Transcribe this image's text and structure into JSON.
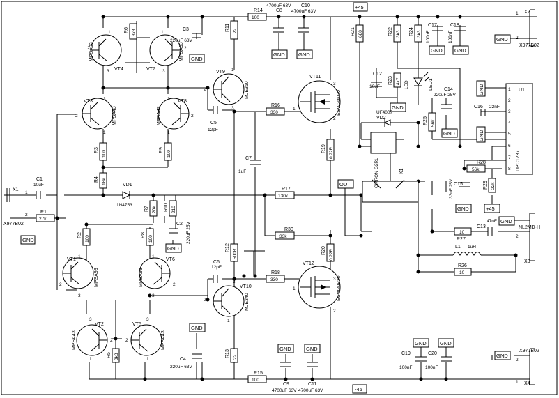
{
  "connectors": {
    "x1": "X1",
    "x1_part": "X977B02",
    "x2": "X2",
    "x2_part": "X977B02",
    "x3": "X3",
    "x3_part": "NL2MD-H",
    "x4": "X4",
    "x4_part": "X977B02",
    "out": "OUT"
  },
  "rails": {
    "pos": "+45",
    "neg": "-45",
    "gnd": "GND"
  },
  "transistors": [
    {
      "ref": "VT1",
      "part": "MPSA93"
    },
    {
      "ref": "VT2",
      "part": "MPSA43"
    },
    {
      "ref": "VT3",
      "part": "MPSA43"
    },
    {
      "ref": "VT4",
      "part": "MPSA93"
    },
    {
      "ref": "VT5",
      "part": "MPSA43"
    },
    {
      "ref": "VT6",
      "part": "MPSA93"
    },
    {
      "ref": "VT7",
      "part": "MPSA93"
    },
    {
      "ref": "VT8",
      "part": "MPSA43"
    },
    {
      "ref": "VT9",
      "part": "MJE350"
    },
    {
      "ref": "VT10",
      "part": "MJE340"
    },
    {
      "ref": "VT11",
      "part": "ECW20N20"
    },
    {
      "ref": "VT12",
      "part": "ECW20P20"
    }
  ],
  "resistors": [
    {
      "ref": "R1",
      "value": "27k"
    },
    {
      "ref": "R2",
      "value": "100"
    },
    {
      "ref": "R3",
      "value": "100"
    },
    {
      "ref": "R4",
      "value": "18k"
    },
    {
      "ref": "R5",
      "value": "3k3"
    },
    {
      "ref": "R6",
      "value": "3k3"
    },
    {
      "ref": "R7",
      "value": "20k"
    },
    {
      "ref": "R8",
      "value": "100"
    },
    {
      "ref": "R9",
      "value": "100"
    },
    {
      "ref": "R10",
      "value": "910"
    },
    {
      "ref": "R11",
      "value": "22"
    },
    {
      "ref": "R12",
      "value": "500R"
    },
    {
      "ref": "R13",
      "value": "22"
    },
    {
      "ref": "R14",
      "value": "100"
    },
    {
      "ref": "R15",
      "value": "100"
    },
    {
      "ref": "R16",
      "value": "330"
    },
    {
      "ref": "R17",
      "value": "130k"
    },
    {
      "ref": "R18",
      "value": "330"
    },
    {
      "ref": "R19",
      "value": "0.22R"
    },
    {
      "ref": "R20",
      "value": "0.22R"
    },
    {
      "ref": "R21",
      "value": "680"
    },
    {
      "ref": "R22",
      "value": "3k3"
    },
    {
      "ref": "R23",
      "value": "4k7"
    },
    {
      "ref": "R24",
      "value": "3k3"
    },
    {
      "ref": "R25",
      "value": "56k"
    },
    {
      "ref": "R26",
      "value": "10"
    },
    {
      "ref": "R27",
      "value": "10"
    },
    {
      "ref": "R28",
      "value": "56k"
    },
    {
      "ref": "R29",
      "value": "22k"
    },
    {
      "ref": "R30",
      "value": "33k"
    }
  ],
  "capacitors": [
    {
      "ref": "C1",
      "value": "10uF"
    },
    {
      "ref": "C2",
      "value": "220uF 25V"
    },
    {
      "ref": "C3",
      "value": "220uF 63V"
    },
    {
      "ref": "C4",
      "value": "220uF 63V"
    },
    {
      "ref": "C5",
      "value": "12pF"
    },
    {
      "ref": "C6",
      "value": "12pF"
    },
    {
      "ref": "C7",
      "value": "1uF"
    },
    {
      "ref": "C8",
      "value": "4700uF 63V"
    },
    {
      "ref": "C9",
      "value": "4700uF 63V"
    },
    {
      "ref": "C10",
      "value": "4700uF 63V"
    },
    {
      "ref": "C11",
      "value": "4700uF 63V"
    },
    {
      "ref": "C12",
      "value": "10uF"
    },
    {
      "ref": "C13",
      "value": "47nF"
    },
    {
      "ref": "C14",
      "value": "220uF 25V"
    },
    {
      "ref": "C15",
      "value": "33uF 25V"
    },
    {
      "ref": "C16",
      "value": "22nF"
    },
    {
      "ref": "C17",
      "value": "100nF"
    },
    {
      "ref": "C18",
      "value": "100nF"
    },
    {
      "ref": "C19",
      "value": "100nF"
    },
    {
      "ref": "C20",
      "value": "100nF"
    }
  ],
  "misc": {
    "vd1": "VD1",
    "vd1_part": "1N4753",
    "vd2": "VD2",
    "vd2_part": "UF4007",
    "led1": "LED1",
    "led": "LED",
    "l1": "L1",
    "l1_value": "1uH",
    "k1": "K1",
    "k1_part": "OMRON G2RL",
    "u1": "U1",
    "u1_part": "UPC1237"
  }
}
